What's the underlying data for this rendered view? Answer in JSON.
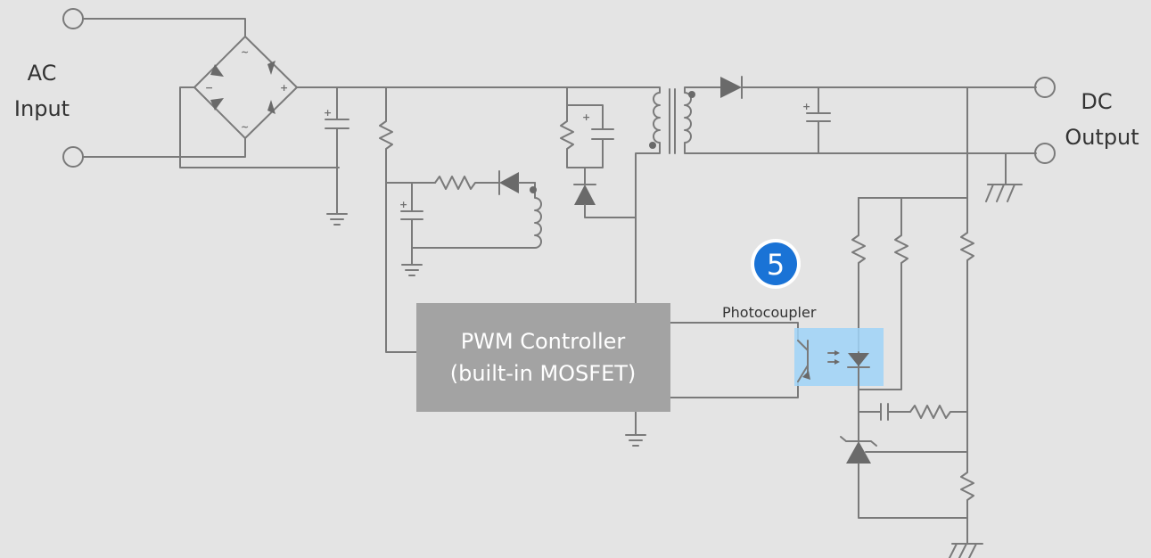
{
  "labels": {
    "ac_line1": "AC",
    "ac_line2": "Input",
    "dc_line1": "DC",
    "dc_line2": "Output",
    "pwm_line1": "PWM Controller",
    "pwm_line2": "(built-in MOSFET)",
    "photocoupler": "Photocoupler",
    "step_badge": "5"
  },
  "symbols": {
    "bridge_ac": "~",
    "bridge_pos": "+",
    "bridge_neg": "−",
    "cap_polarity": "+"
  },
  "colors": {
    "background": "#e4e4e4",
    "wire": "#7a7a7a",
    "pwm_box": "#a3a3a3",
    "highlight": "#9fd3f8",
    "badge": "#1a73d6"
  }
}
